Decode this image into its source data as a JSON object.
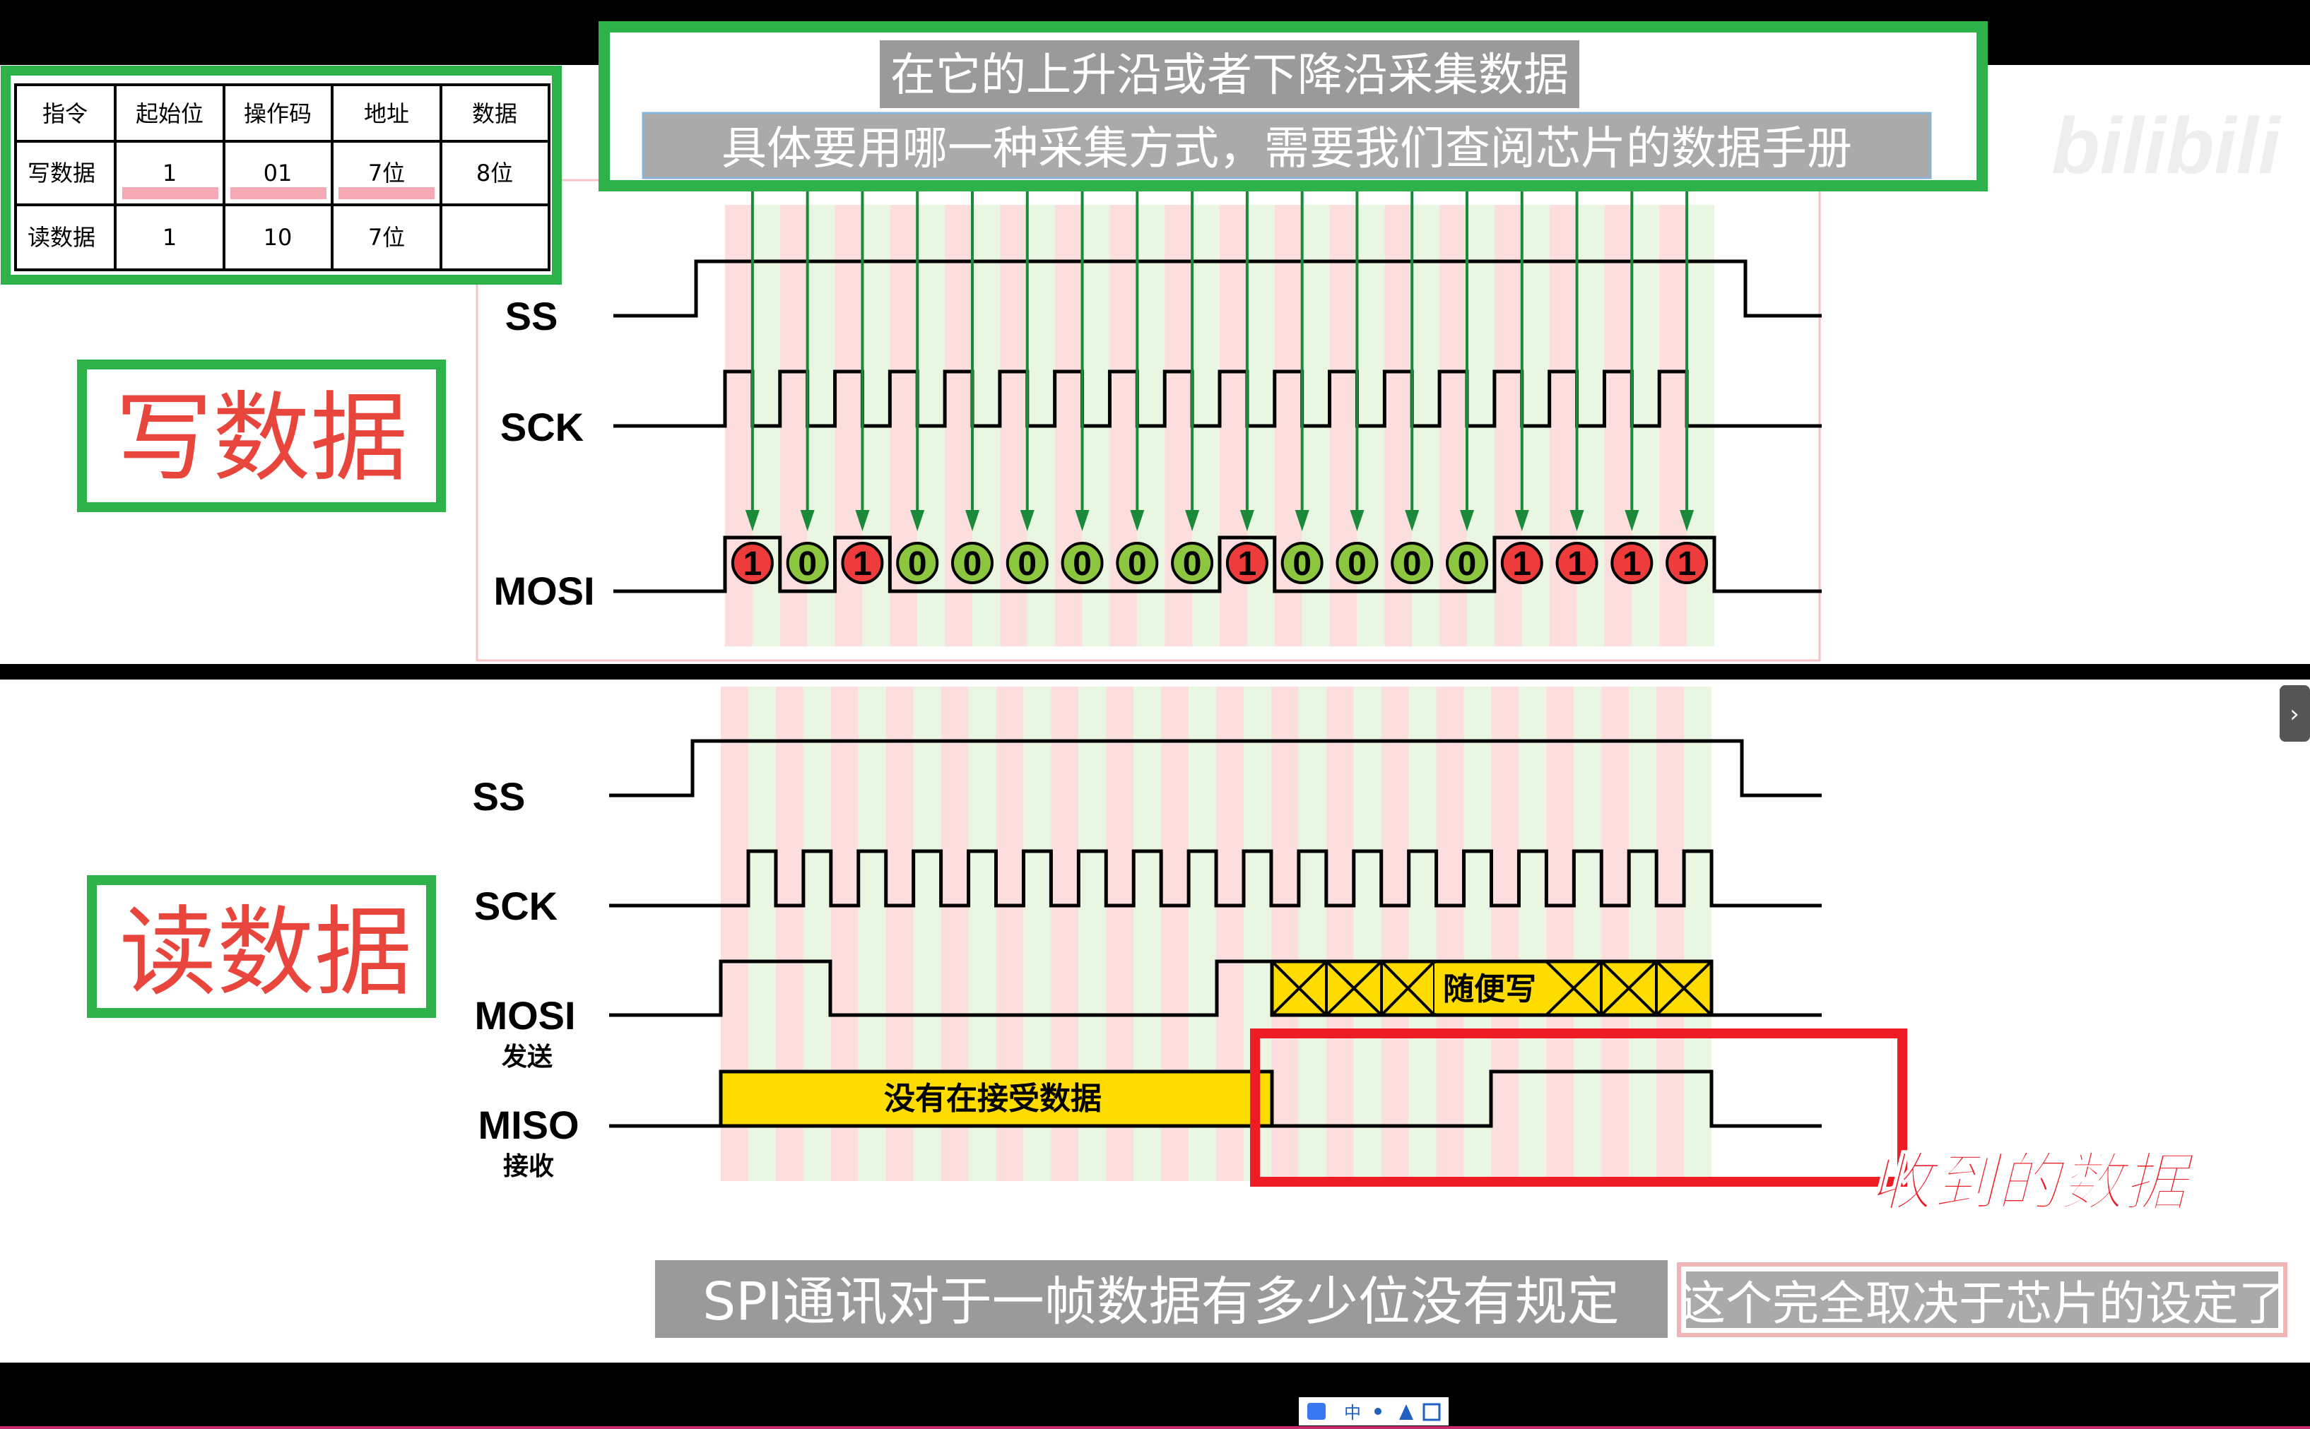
{
  "table": {
    "headers": [
      "指令",
      "起始位",
      "操作码",
      "地址",
      "数据"
    ],
    "rows": [
      [
        "写数据",
        "1",
        "01",
        "7位",
        "8位"
      ],
      [
        "读数据",
        "1",
        "10",
        "7位",
        ""
      ]
    ]
  },
  "captions": {
    "top_line1": "在它的上升沿或者下降沿采集数据",
    "top_line2": "具体要用哪一种采集方式，需要我们查阅芯片的数据手册",
    "bottom_left": "SPI通讯对于一帧数据有多少位没有规定",
    "bottom_right": "这个完全取决于芯片的设定了"
  },
  "watermark": "bilibili",
  "write_section": {
    "title": "写数据",
    "signals": {
      "ss": "SS",
      "sck": "SCK",
      "mosi": "MOSI"
    },
    "bits": [
      "1",
      "0",
      "1",
      "0",
      "0",
      "0",
      "0",
      "0",
      "0",
      "1",
      "0",
      "0",
      "0",
      "0",
      "1",
      "1",
      "1",
      "1"
    ]
  },
  "read_section": {
    "title": "读数据",
    "signals": {
      "ss": "SS",
      "sck": "SCK",
      "mosi": "MOSI",
      "mosi_sub": "发送",
      "miso": "MISO",
      "miso_sub": "接收"
    },
    "mosi_dontcare": "随便写",
    "miso_idle": "没有在接受数据",
    "received_label": "收到的数据"
  },
  "taskbar": {
    "ime": "中"
  },
  "colors": {
    "green": "#2db24a",
    "red": "#ee1c25",
    "yellow": "#ffdc00",
    "bit_one": "#ee3b3b",
    "bit_zero": "#8cc63f",
    "stripe_red": "#fddede",
    "stripe_green": "#e8f6e2"
  }
}
